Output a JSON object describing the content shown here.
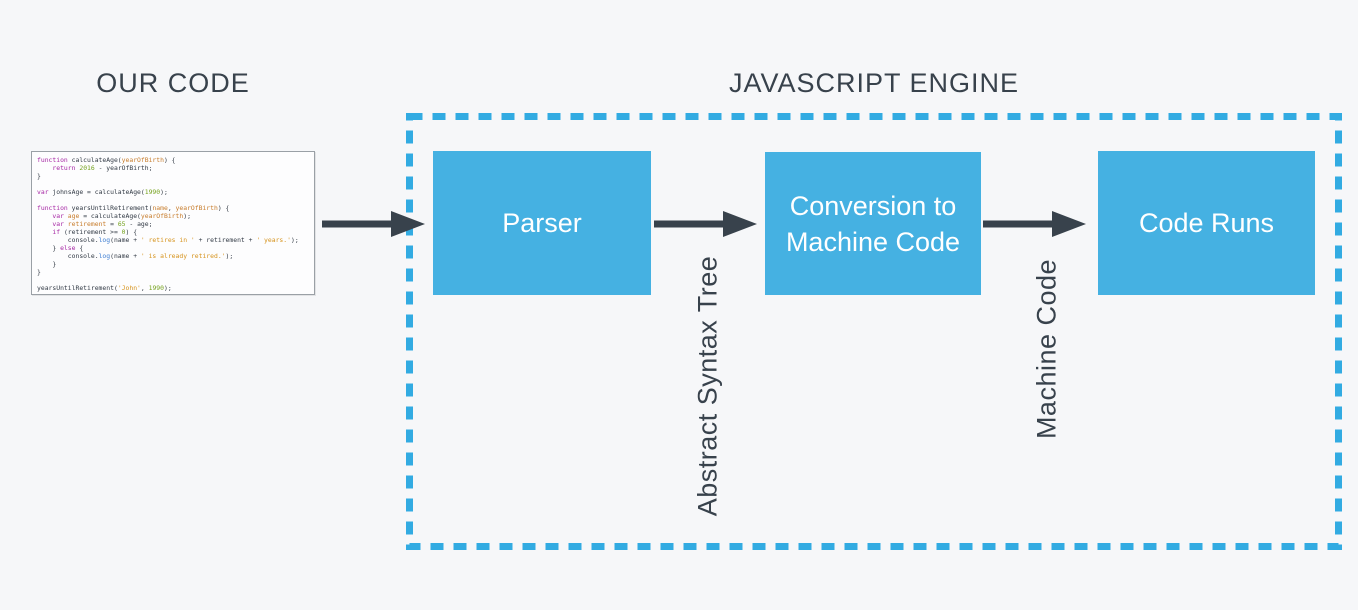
{
  "titles": {
    "left": "OUR CODE",
    "right": "JAVASCRIPT ENGINE"
  },
  "code_panel": {
    "language": "javascript",
    "lines": [
      [
        {
          "c": "k",
          "t": "function"
        },
        {
          "c": "pl",
          "t": " calculateAge("
        },
        {
          "c": "pa",
          "t": "yearOfBirth"
        },
        {
          "c": "pl",
          "t": ") {"
        }
      ],
      [
        {
          "c": "pl",
          "t": "    "
        },
        {
          "c": "k",
          "t": "return"
        },
        {
          "c": "pl",
          "t": " "
        },
        {
          "c": "nu",
          "t": "2016"
        },
        {
          "c": "pl",
          "t": " - yearOfBirth;"
        }
      ],
      [
        {
          "c": "pl",
          "t": "}"
        }
      ],
      [],
      [
        {
          "c": "k",
          "t": "var"
        },
        {
          "c": "pl",
          "t": " johnsAge = calculateAge("
        },
        {
          "c": "nu",
          "t": "1990"
        },
        {
          "c": "pl",
          "t": ");"
        }
      ],
      [],
      [
        {
          "c": "k",
          "t": "function"
        },
        {
          "c": "pl",
          "t": " yearsUntilRetirement("
        },
        {
          "c": "pa",
          "t": "name"
        },
        {
          "c": "pl",
          "t": ", "
        },
        {
          "c": "pa",
          "t": "yearOfBirth"
        },
        {
          "c": "pl",
          "t": ") {"
        }
      ],
      [
        {
          "c": "pl",
          "t": "    "
        },
        {
          "c": "k",
          "t": "var"
        },
        {
          "c": "pl",
          "t": " "
        },
        {
          "c": "pa",
          "t": "age"
        },
        {
          "c": "pl",
          "t": " = calculateAge("
        },
        {
          "c": "pa",
          "t": "yearOfBirth"
        },
        {
          "c": "pl",
          "t": ");"
        }
      ],
      [
        {
          "c": "pl",
          "t": "    "
        },
        {
          "c": "k",
          "t": "var"
        },
        {
          "c": "pl",
          "t": " "
        },
        {
          "c": "pa",
          "t": "retirement"
        },
        {
          "c": "pl",
          "t": " = "
        },
        {
          "c": "nu",
          "t": "65"
        },
        {
          "c": "pl",
          "t": " - age;"
        }
      ],
      [
        {
          "c": "pl",
          "t": "    "
        },
        {
          "c": "k",
          "t": "if"
        },
        {
          "c": "pl",
          "t": " (retirement >= "
        },
        {
          "c": "nu",
          "t": "0"
        },
        {
          "c": "pl",
          "t": ") {"
        }
      ],
      [
        {
          "c": "pl",
          "t": "        console."
        },
        {
          "c": "fn",
          "t": "log"
        },
        {
          "c": "pl",
          "t": "(name + "
        },
        {
          "c": "st",
          "t": "' retires in '"
        },
        {
          "c": "pl",
          "t": " + retirement + "
        },
        {
          "c": "st",
          "t": "' years.'"
        },
        {
          "c": "pl",
          "t": ");"
        }
      ],
      [
        {
          "c": "pl",
          "t": "    } "
        },
        {
          "c": "k",
          "t": "else"
        },
        {
          "c": "pl",
          "t": " {"
        }
      ],
      [
        {
          "c": "pl",
          "t": "        console."
        },
        {
          "c": "fn",
          "t": "log"
        },
        {
          "c": "pl",
          "t": "(name + "
        },
        {
          "c": "st",
          "t": "' is already retired.'"
        },
        {
          "c": "pl",
          "t": ");"
        }
      ],
      [
        {
          "c": "pl",
          "t": "    }"
        }
      ],
      [
        {
          "c": "pl",
          "t": "}"
        }
      ],
      [],
      [
        {
          "c": "pl",
          "t": "yearsUntilRetirement("
        },
        {
          "c": "st",
          "t": "'John'"
        },
        {
          "c": "pl",
          "t": ", "
        },
        {
          "c": "nu",
          "t": "1990"
        },
        {
          "c": "pl",
          "t": ");"
        }
      ]
    ]
  },
  "engine": {
    "boxes": [
      {
        "label": "Parser"
      },
      {
        "label": "Conversion to Machine Code"
      },
      {
        "label": "Code Runs"
      }
    ],
    "edge_labels": [
      {
        "label": "Abstract Syntax Tree"
      },
      {
        "label": "Machine Code"
      }
    ]
  },
  "colors": {
    "background": "#f6f7f9",
    "box_blue": "#45b1e2",
    "dashed_border_blue": "#32abe2",
    "arrow_dark": "#38424c",
    "title_text": "#38424c",
    "code_keyword": "#a626a4",
    "code_plain": "#323a45",
    "code_param": "#c77c2b",
    "code_number": "#74a11c",
    "code_string": "#d6931c",
    "code_method": "#3d7dd2"
  }
}
